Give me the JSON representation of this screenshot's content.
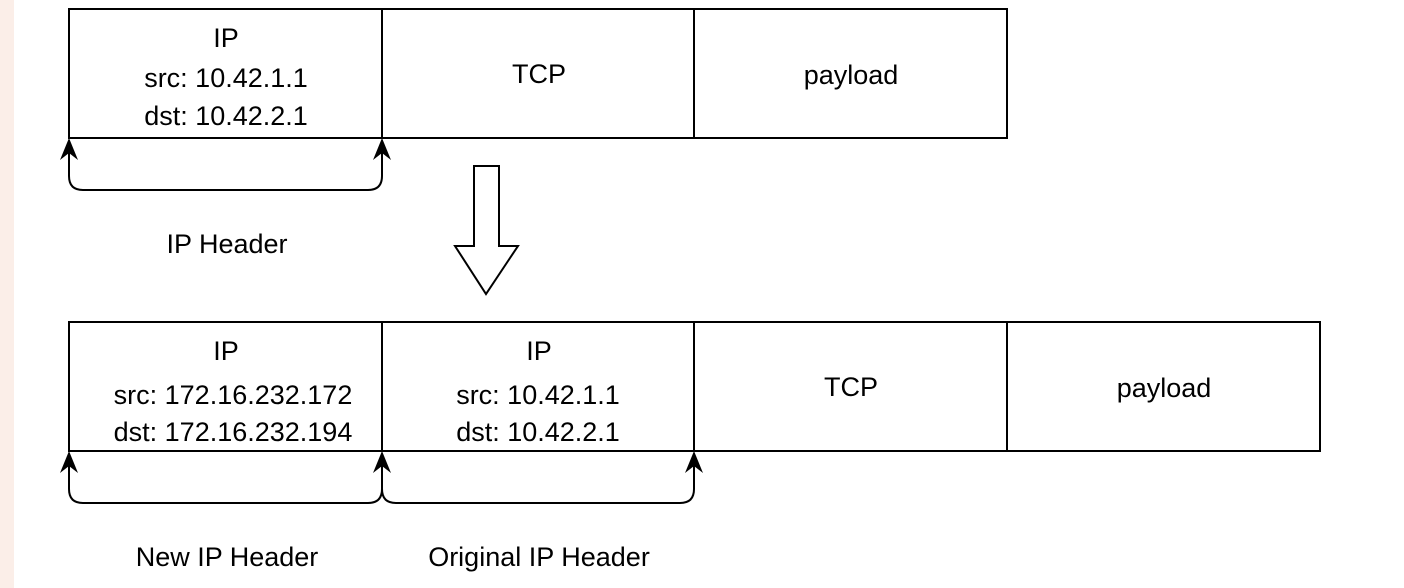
{
  "original_packet": {
    "ip": {
      "title": "IP",
      "src": "src: 10.42.1.1",
      "dst": "dst: 10.42.2.1"
    },
    "tcp": "TCP",
    "payload": "payload",
    "ip_header_label": "IP Header"
  },
  "encapsulated_packet": {
    "new_ip": {
      "title": "IP",
      "src": "src: 172.16.232.172",
      "dst": "dst: 172.16.232.194"
    },
    "original_ip": {
      "title": "IP",
      "src": "src: 10.42.1.1",
      "dst": "dst: 10.42.2.1"
    },
    "tcp": "TCP",
    "payload": "payload",
    "new_ip_header_label": "New IP Header",
    "original_ip_header_label": "Original IP Header"
  }
}
